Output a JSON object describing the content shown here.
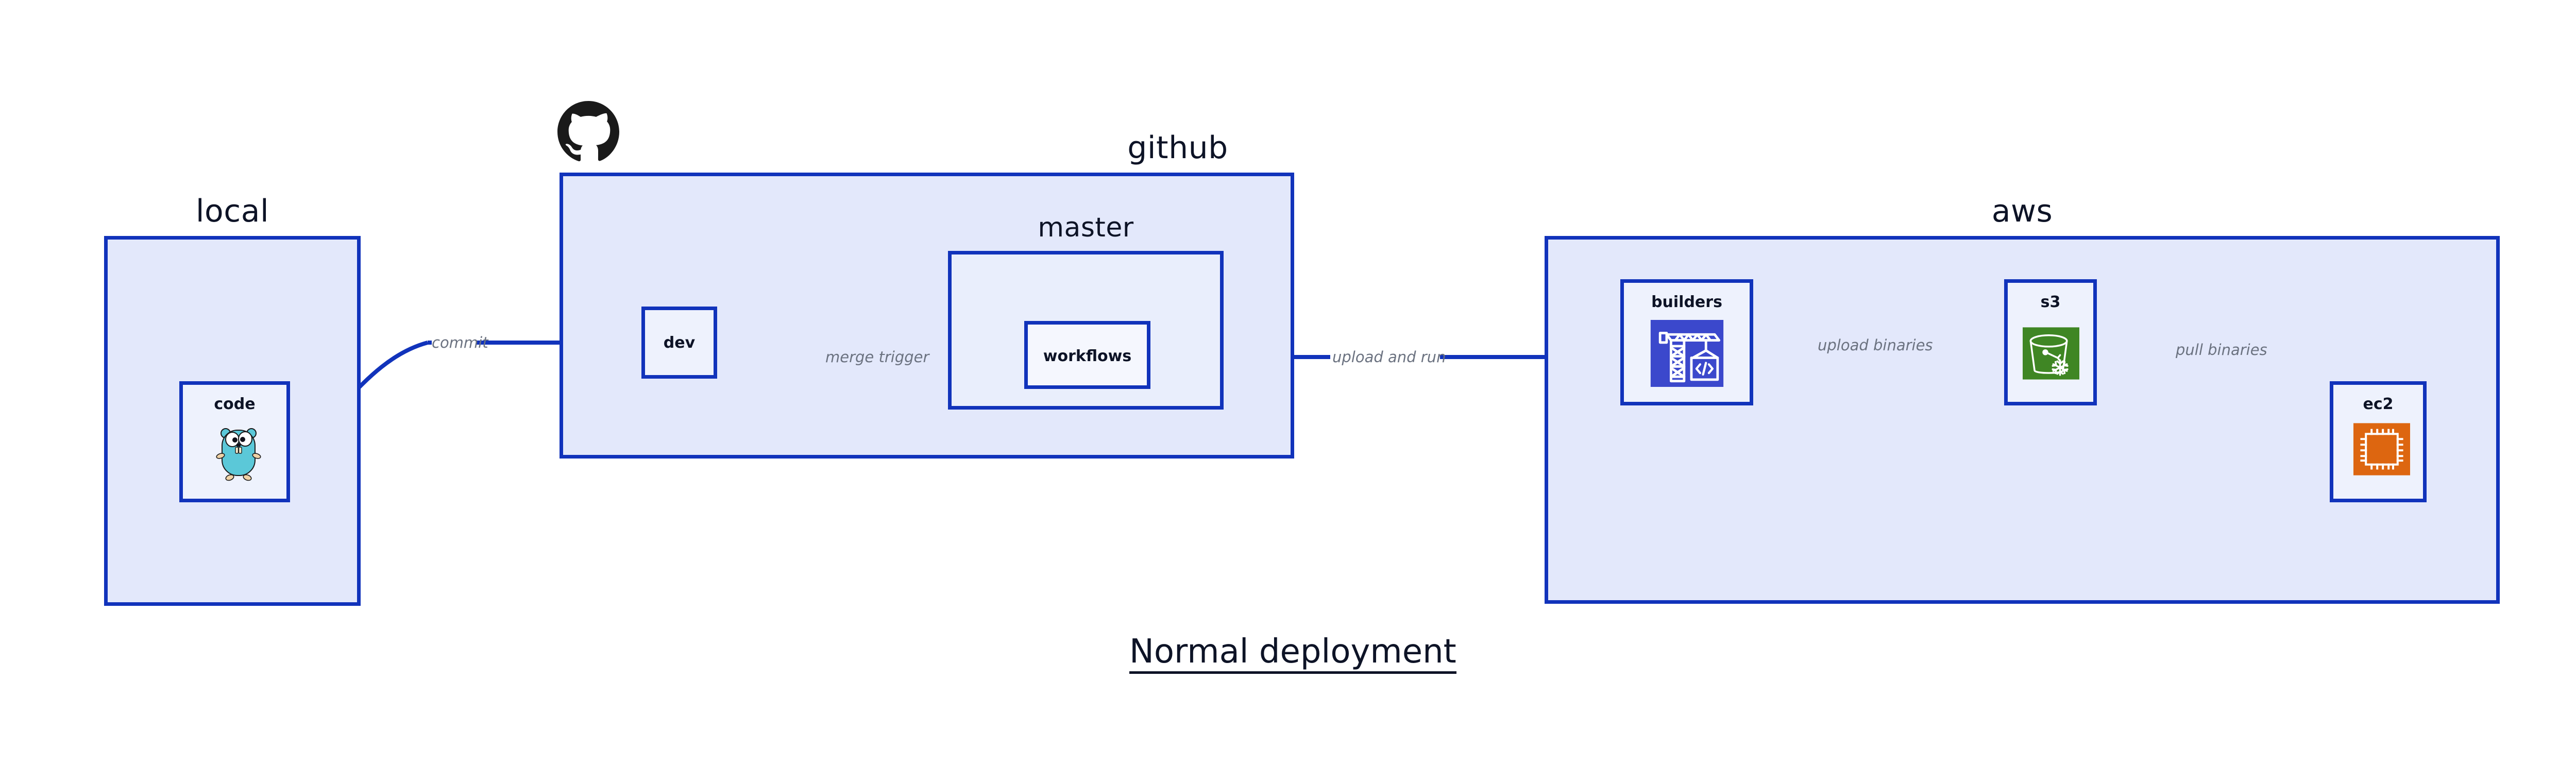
{
  "diagram": {
    "title": "Normal deployment",
    "background_color": "#ffffff",
    "accent_color": "#1133bb",
    "container_fill": "#e3e8fb",
    "node_fill": "#eef2fd",
    "label_color": "#6b7280",
    "text_color": "#0d1326"
  },
  "groups": [
    {
      "id": "local",
      "label": "local",
      "nodes": [
        {
          "id": "code",
          "label": "code",
          "icon": "go-gopher-icon"
        }
      ]
    },
    {
      "id": "github",
      "label": "github",
      "icon": "github-octocat-icon",
      "nodes": [
        {
          "id": "dev",
          "label": "dev",
          "icon": "none"
        }
      ],
      "subgroups": [
        {
          "id": "master",
          "label": "master",
          "nodes": [
            {
              "id": "workflows",
              "label": "workflows",
              "icon": "none"
            }
          ]
        }
      ]
    },
    {
      "id": "aws",
      "label": "aws",
      "nodes": [
        {
          "id": "builders",
          "label": "builders",
          "icon": "aws-codebuild-crane-icon",
          "icon_color": "#3b48cc"
        },
        {
          "id": "s3",
          "label": "s3",
          "icon": "aws-s3-glacier-bucket-icon",
          "icon_color": "#3f8624"
        },
        {
          "id": "ec2",
          "label": "ec2",
          "icon": "aws-ec2-chip-icon",
          "icon_color": "#dd6610"
        }
      ]
    }
  ],
  "edges": [
    {
      "id": "commit",
      "label": "commit",
      "from": "code",
      "to": "dev"
    },
    {
      "id": "merge-trigger",
      "label": "merge trigger",
      "from": "dev",
      "to": "workflows"
    },
    {
      "id": "upload-and-run",
      "label": "upload and run",
      "from": "workflows",
      "to": "builders"
    },
    {
      "id": "upload-binaries",
      "label": "upload binaries",
      "from": "builders",
      "to": "s3"
    },
    {
      "id": "pull-binaries",
      "label": "pull binaries",
      "from": "s3",
      "to": "ec2"
    }
  ]
}
